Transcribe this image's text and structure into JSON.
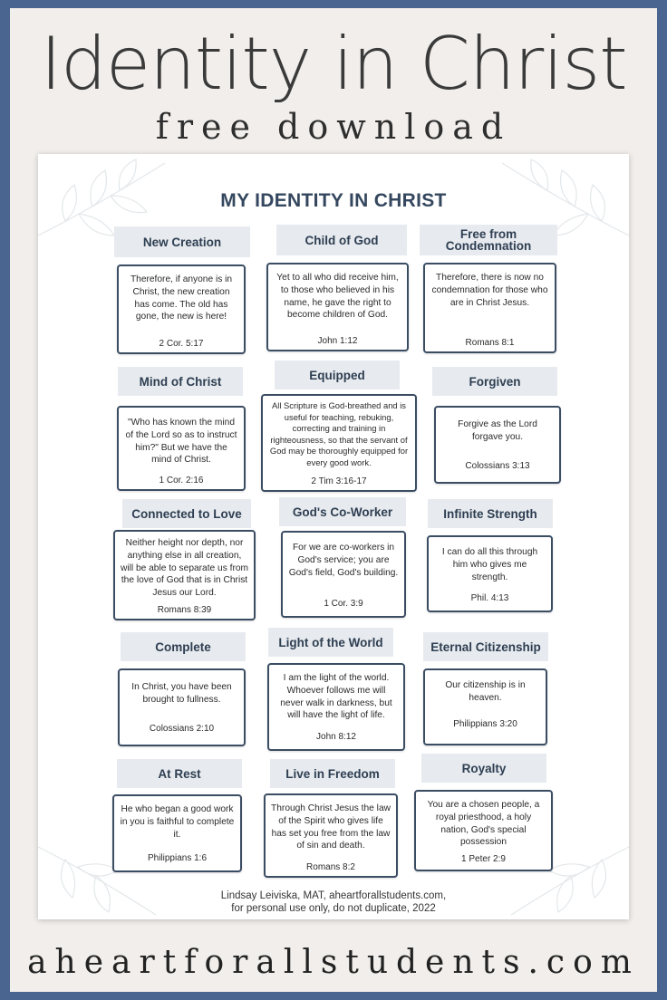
{
  "header": {
    "title": "Identity in Christ",
    "subtitle": "free download"
  },
  "sheet": {
    "title": "MY IDENTITY IN CHRIST",
    "cards": [
      {
        "label": "New Creation",
        "verse": "Therefore, if anyone is in Christ, the new creation has come.  The old has gone, the new is here!",
        "ref": "2 Cor. 5:17"
      },
      {
        "label": "Child of God",
        "verse": "Yet to all who did receive him, to those who believed in his name, he gave the right to become children of God.",
        "ref": "John 1:12"
      },
      {
        "label": "Free from Condemnation",
        "verse": "Therefore, there is now no condemnation for those who are in Christ Jesus.",
        "ref": "Romans 8:1"
      },
      {
        "label": "Mind of Christ",
        "verse": "\"Who has known the mind of the Lord  so as to instruct him?\"  But we have the mind of Christ.",
        "ref": "1 Cor. 2:16"
      },
      {
        "label": "Equipped",
        "verse": "All Scripture is God-breathed and is useful for teaching, rebuking, correcting and training in righteousness, so that the servant of God may be thoroughly equipped for every good work.",
        "ref": "2 Tim 3:16-17"
      },
      {
        "label": "Forgiven",
        "verse": "Forgive as the Lord forgave you.",
        "ref": "Colossians 3:13"
      },
      {
        "label": "Connected to Love",
        "verse": "Neither height nor depth, nor anything else in all creation, will be able to separate us from the love of God that is in Christ Jesus our Lord.",
        "ref": "Romans 8:39"
      },
      {
        "label": "God's Co-Worker",
        "verse": "For we are co-workers in God's service; you are God's field, God's building.",
        "ref": "1 Cor. 3:9"
      },
      {
        "label": "Infinite Strength",
        "verse": "I can do all this through him who gives me strength.",
        "ref": "Phil. 4:13"
      },
      {
        "label": "Complete",
        "verse": "In Christ, you have been brought to fullness.",
        "ref": "Colossians 2:10"
      },
      {
        "label": "Light of the World",
        "verse": "I am the light of the world. Whoever follows me will never walk in darkness, but will have the light of life.",
        "ref": "John 8:12"
      },
      {
        "label": "Eternal Citizenship",
        "verse": "Our citizenship is in heaven.",
        "ref": "Philippians 3:20"
      },
      {
        "label": "At Rest",
        "verse": "He who began a good work in you is faithful to complete it.",
        "ref": "Philippians 1:6"
      },
      {
        "label": "Live in Freedom",
        "verse": "Through Christ Jesus the law of the Spirit who gives life has set you free from the law of sin and death.",
        "ref": "Romans 8:2"
      },
      {
        "label": "Royalty",
        "verse": "You are a chosen people, a royal priesthood, a holy nation, God's special possession",
        "ref": "1 Peter 2:9"
      }
    ],
    "credit_line1": "Lindsay Leiviska, MAT, aheartforallstudents.com,",
    "credit_line2": "for personal use only, do not duplicate, 2022"
  },
  "footer": {
    "url": "aheartforallstudents.com"
  },
  "colors": {
    "border": "#4a6690",
    "ink": "#34475e",
    "label_bg": "#e7ebef"
  },
  "icons": [
    "leaf-icon"
  ]
}
